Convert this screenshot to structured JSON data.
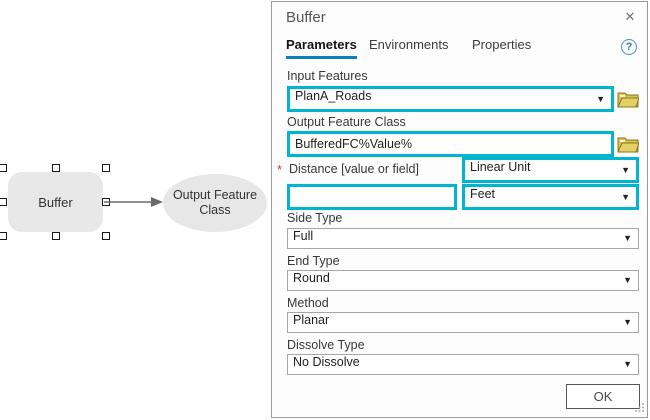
{
  "diagram": {
    "tool_node_label": "Buffer",
    "output_node_label_line1": "Output Feature",
    "output_node_label_line2": "Class"
  },
  "panel": {
    "title": "Buffer",
    "tabs": [
      {
        "label": "Parameters",
        "active": true
      },
      {
        "label": "Environments",
        "active": false
      },
      {
        "label": "Properties",
        "active": false
      }
    ],
    "icons": {
      "close": "✕",
      "help": "?",
      "caret": "▼",
      "required_marker": "*",
      "folder": "browse-folder"
    },
    "fields": {
      "input_features": {
        "label": "Input Features",
        "value": "PlanA_Roads"
      },
      "output_feature_class": {
        "label": "Output Feature Class",
        "value": "BufferedFC%Value%"
      },
      "distance": {
        "label": "Distance [value or field]",
        "type_value": "Linear Unit",
        "value": "",
        "unit_value": "Feet"
      },
      "side_type": {
        "label": "Side Type",
        "value": "Full"
      },
      "end_type": {
        "label": "End Type",
        "value": "Round"
      },
      "method": {
        "label": "Method",
        "value": "Planar"
      },
      "dissolve_type": {
        "label": "Dissolve Type",
        "value": "No Dissolve"
      }
    },
    "ok_label": "OK"
  },
  "colors": {
    "highlight": "#00b5cd",
    "tab_underline": "#0f7cbf",
    "node_fill": "#e8e8e8",
    "panel_border": "#9b9b9b",
    "folder_gold": "#d8c44c",
    "required_red": "#cd3a28"
  }
}
